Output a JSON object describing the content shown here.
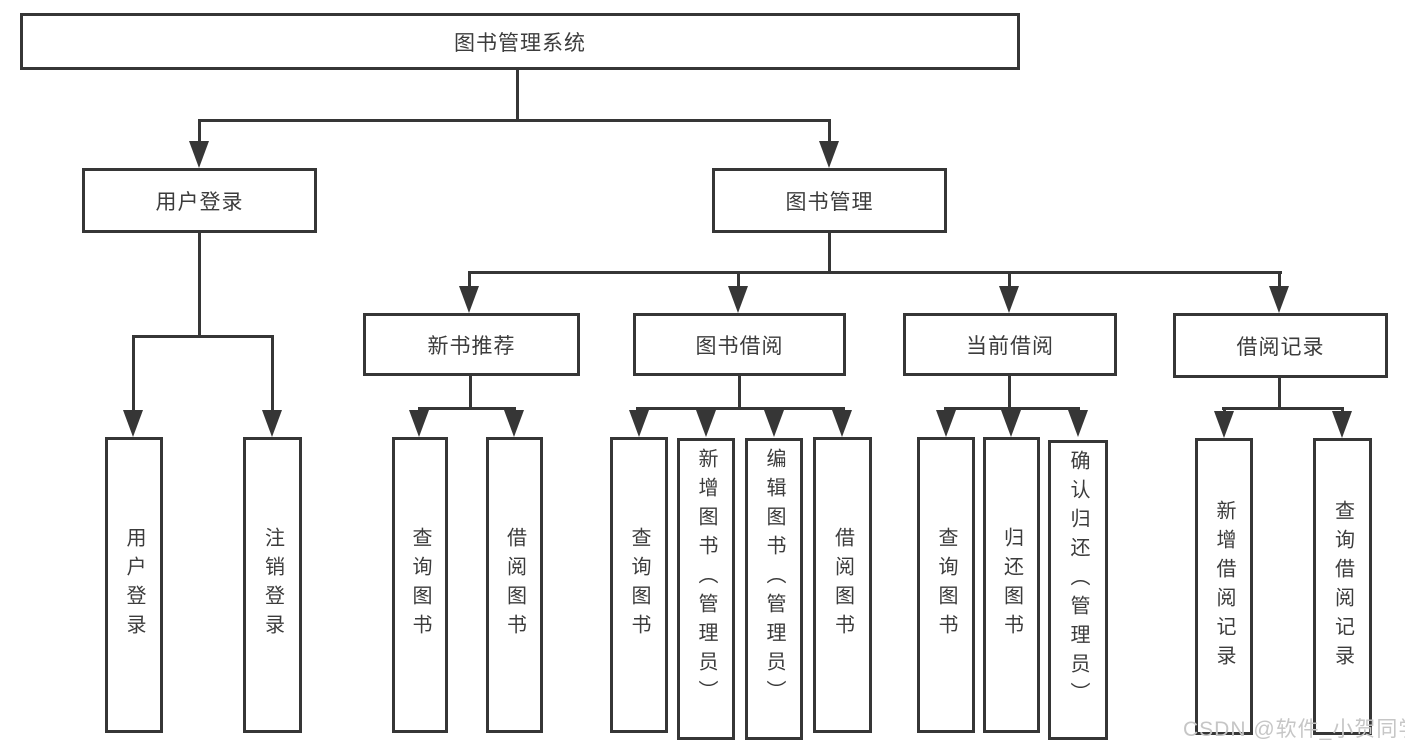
{
  "title": "图书管理系统",
  "watermark": "CSDN @软件_小贺同学",
  "colors": {
    "line": "#363636",
    "text": "#3c3c3c",
    "watermark": "#c6c6c6",
    "background": "#ffffff"
  },
  "nodes": {
    "root": {
      "label": "图书管理系统"
    },
    "level2": [
      {
        "label": "用户登录"
      },
      {
        "label": "图书管理"
      }
    ],
    "level3": [
      {
        "label": "新书推荐"
      },
      {
        "label": "图书借阅"
      },
      {
        "label": "当前借阅"
      },
      {
        "label": "借阅记录"
      }
    ],
    "leaves": [
      {
        "label": "用户登录"
      },
      {
        "label": "注销登录"
      },
      {
        "label": "查询图书"
      },
      {
        "label": "借阅图书"
      },
      {
        "label": "查询图书"
      },
      {
        "label": "新增图书（管理员）"
      },
      {
        "label": "编辑图书（管理员）"
      },
      {
        "label": "借阅图书"
      },
      {
        "label": "查询图书"
      },
      {
        "label": "归还图书"
      },
      {
        "label": "确认归还（管理员）"
      },
      {
        "label": "新增借阅记录"
      },
      {
        "label": "查询借阅记录"
      }
    ]
  },
  "tree": {
    "图书管理系统": {
      "用户登录": [
        "用户登录",
        "注销登录"
      ],
      "图书管理": {
        "新书推荐": [
          "查询图书",
          "借阅图书"
        ],
        "图书借阅": [
          "查询图书",
          "新增图书（管理员）",
          "编辑图书（管理员）",
          "借阅图书"
        ],
        "当前借阅": [
          "查询图书",
          "归还图书",
          "确认归还（管理员）"
        ],
        "借阅记录": [
          "新增借阅记录",
          "查询借阅记录"
        ]
      }
    }
  }
}
